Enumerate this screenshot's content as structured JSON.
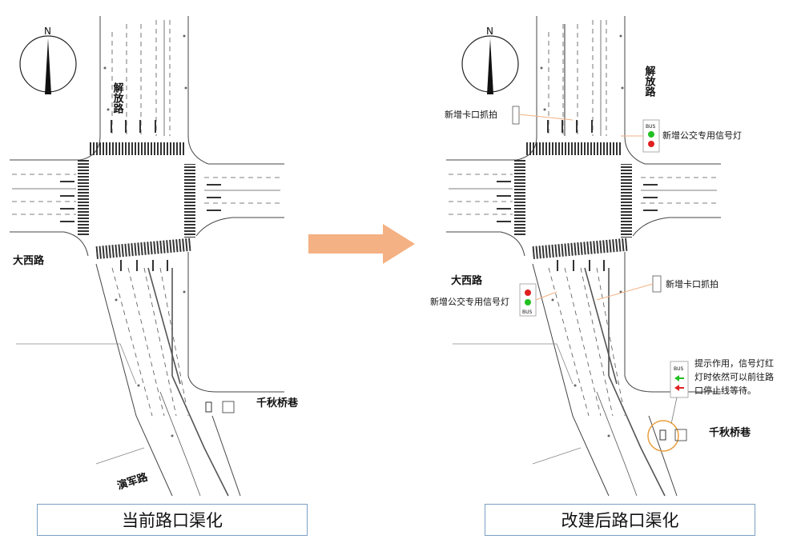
{
  "compass": {
    "north": "N"
  },
  "left": {
    "caption": "当前路口渠化",
    "roads": {
      "jiefang": "解放路",
      "daxi": "大西路",
      "qianqiu": "千秋桥巷",
      "yanjun": "演军路"
    }
  },
  "right": {
    "caption": "改建后路口渠化",
    "roads": {
      "jiefang": "解放路",
      "daxi": "大西路",
      "qianqiu": "千秋桥巷"
    },
    "annotations": {
      "camera_north": "新增卡口抓拍",
      "bus_signal_north": "新增公交专用信号灯",
      "bus_signal_south": "新增公交专用信号灯",
      "camera_south": "新增卡口抓拍",
      "note_line1": "提示作用，信号灯红",
      "note_line2": "灯时依然可以前往路",
      "note_line3": "口停止线等待。"
    },
    "bus_label": "BUS"
  },
  "colors": {
    "arrow": "#f4b183",
    "caption_border": "#7aa0c4",
    "signal_red": "#e02020",
    "signal_green": "#22c022",
    "lane_line": "#333333"
  }
}
